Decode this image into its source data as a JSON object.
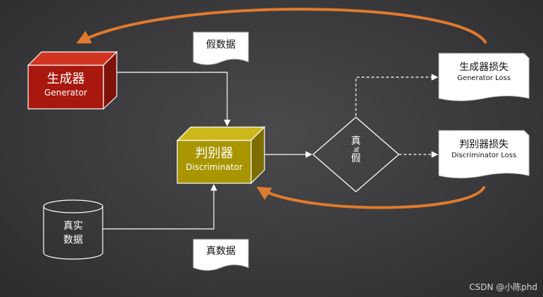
{
  "generator": {
    "zh": "生成器",
    "en": "Generator"
  },
  "discriminator": {
    "zh": "判别器",
    "en": "Discriminator"
  },
  "real_data": {
    "line1": "真实",
    "line2": "数据"
  },
  "fake_data_doc": "假数据",
  "real_data_doc": "真数据",
  "decision": {
    "top": "真",
    "middle": "或",
    "bottom": "假"
  },
  "generator_loss": {
    "zh": "生成器损失",
    "en": "Generator Loss"
  },
  "discriminator_loss": {
    "zh": "判别器损失",
    "en": "Discriminator Loss"
  },
  "watermark": "CSDN @小陈phd",
  "colors": {
    "generator_front": "#a8180e",
    "discriminator_front": "#a89500",
    "feedback_arc": "#e07a2e",
    "line": "#ffffff"
  }
}
